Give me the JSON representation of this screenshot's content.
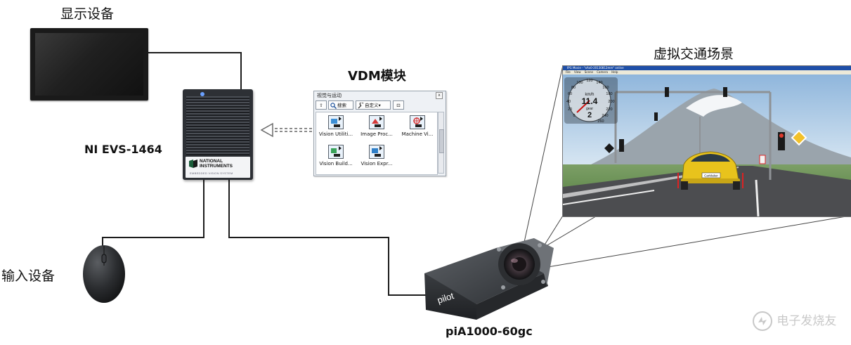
{
  "labels": {
    "display_device": "显示设备",
    "input_device": "输入设备",
    "vdm_module": "VDM模块",
    "virtual_traffic_scene": "虚拟交通场景",
    "ni_evs": "NI EVS-1464",
    "camera_model": "piA1000-60gc"
  },
  "evs_box": {
    "brand_line1": "NATIONAL",
    "brand_line2": "INSTRUMENTS",
    "subtitle": "EMBEDDED VISION SYSTEM"
  },
  "camera": {
    "brand": "pilot"
  },
  "palette": {
    "title": "视觉与运动",
    "close_glyph": "x",
    "toolbar": {
      "up_glyph": "⇧",
      "search": "搜索",
      "customize": "自定义▾",
      "pin_glyph": "⊡"
    },
    "items": [
      {
        "label": "Vision Utiliti..."
      },
      {
        "label": "Image Proc..."
      },
      {
        "label": "Machine Vi..."
      },
      {
        "label": "Vision Build..."
      },
      {
        "label": "Vision Expr..."
      }
    ]
  },
  "scene": {
    "window_title": "IPG Movie - \"xAx0-20130812mm\" online",
    "menu": [
      "File",
      "View",
      "Scene",
      "Camera",
      "Help"
    ],
    "speedometer": {
      "unit": "km/h",
      "speed": "11.4",
      "gear_label": "gear",
      "gear": "2",
      "ticks": [
        "0",
        "20",
        "40",
        "60",
        "80",
        "100",
        "120",
        "140",
        "160",
        "180",
        "200",
        "220",
        "240",
        "260"
      ]
    },
    "car_plate": "CarMaker"
  },
  "watermark": "电子发烧友",
  "colors": {
    "sky": "#b9d3ea",
    "grass": "#6d9356",
    "road": "#4a4a4c",
    "car": "#e8c31c",
    "wire": "#1c1c1c"
  }
}
